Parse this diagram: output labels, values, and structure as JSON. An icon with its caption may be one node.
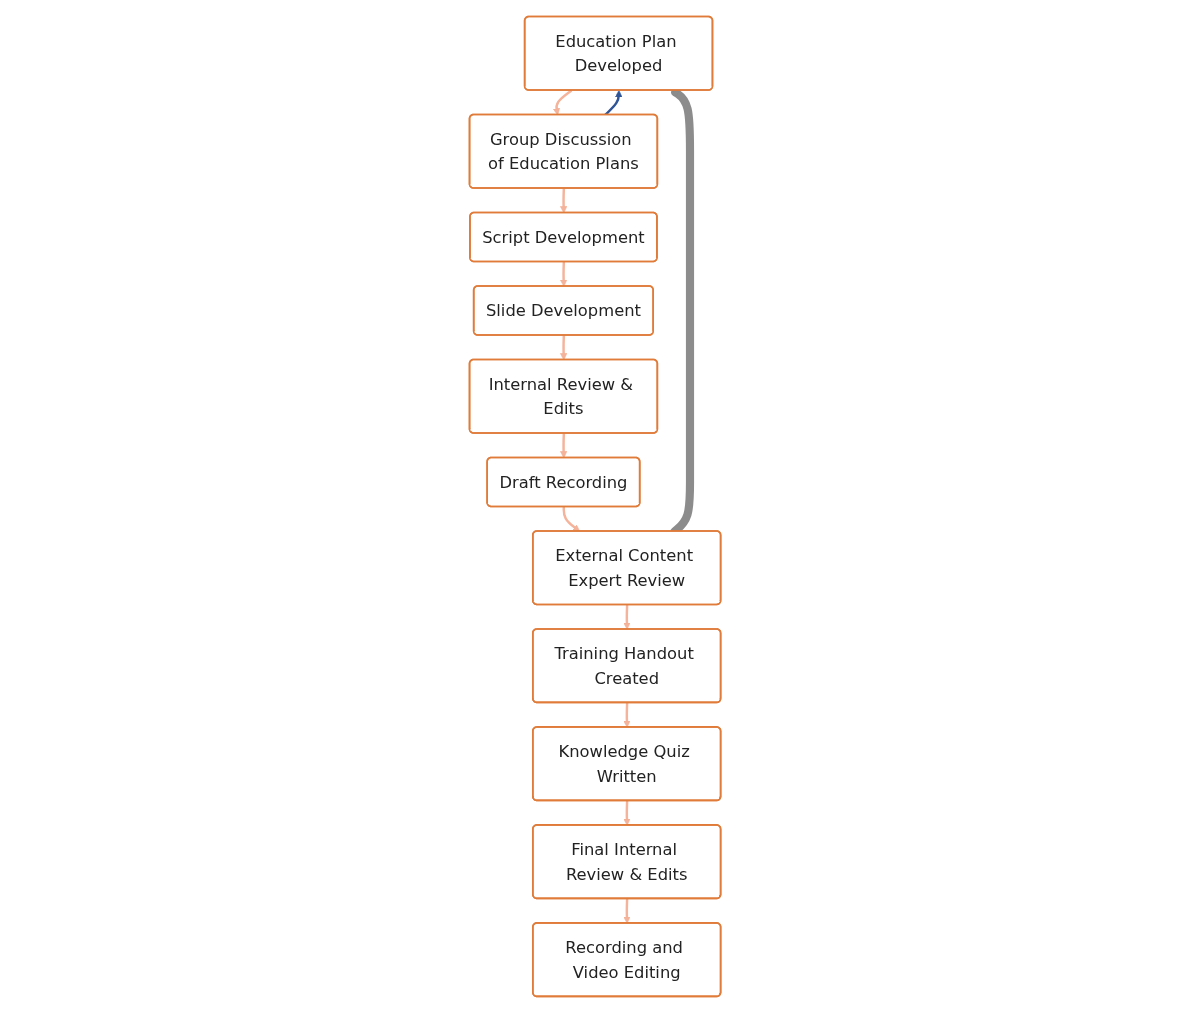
{
  "diagram": {
    "nodes": [
      {
        "text": [
          "Education Plan Developed"
        ]
      },
      {
        "text": [
          "Group Discussion of Education Plans"
        ]
      },
      {
        "text": [
          "Script Development"
        ]
      },
      {
        "text": [
          "Slide Development"
        ]
      },
      {
        "text": [
          "Internal Review & Edits"
        ]
      },
      {
        "text": [
          "Draft Recording"
        ]
      },
      {
        "text": [
          "External Content Expert Review"
        ]
      },
      {
        "text": [
          "Training Handout Created"
        ]
      },
      {
        "text": [
          "Knowledge Quiz Written"
        ]
      },
      {
        "text": [
          "Final Internal Review & Edits"
        ]
      },
      {
        "text": [
          "Recording and Video Editing"
        ]
      }
    ],
    "edges": [
      {
        "from": 0,
        "to": 1,
        "arrow": "to"
      },
      {
        "from": 1,
        "to": 2,
        "arrow": "to"
      },
      {
        "from": 2,
        "to": 3,
        "arrow": "to"
      },
      {
        "from": 3,
        "to": 4,
        "arrow": "to"
      },
      {
        "from": 4,
        "to": 5,
        "arrow": "to"
      },
      {
        "from": 5,
        "to": 6,
        "arrow": "to"
      },
      {
        "from": 6,
        "to": 7,
        "arrow": "to"
      },
      {
        "from": 7,
        "to": 8,
        "arrow": "to"
      },
      {
        "from": 8,
        "to": 9,
        "arrow": "to"
      },
      {
        "from": 9,
        "to": 10,
        "arrow": "to"
      },
      {
        "from": 1,
        "to": 0,
        "arrow": "to",
        "color": "#2f5597"
      },
      {
        "from": 6,
        "to": 0,
        "arrow": "to",
        "style": "thick",
        "color": "#8c8c8c"
      }
    ]
  }
}
